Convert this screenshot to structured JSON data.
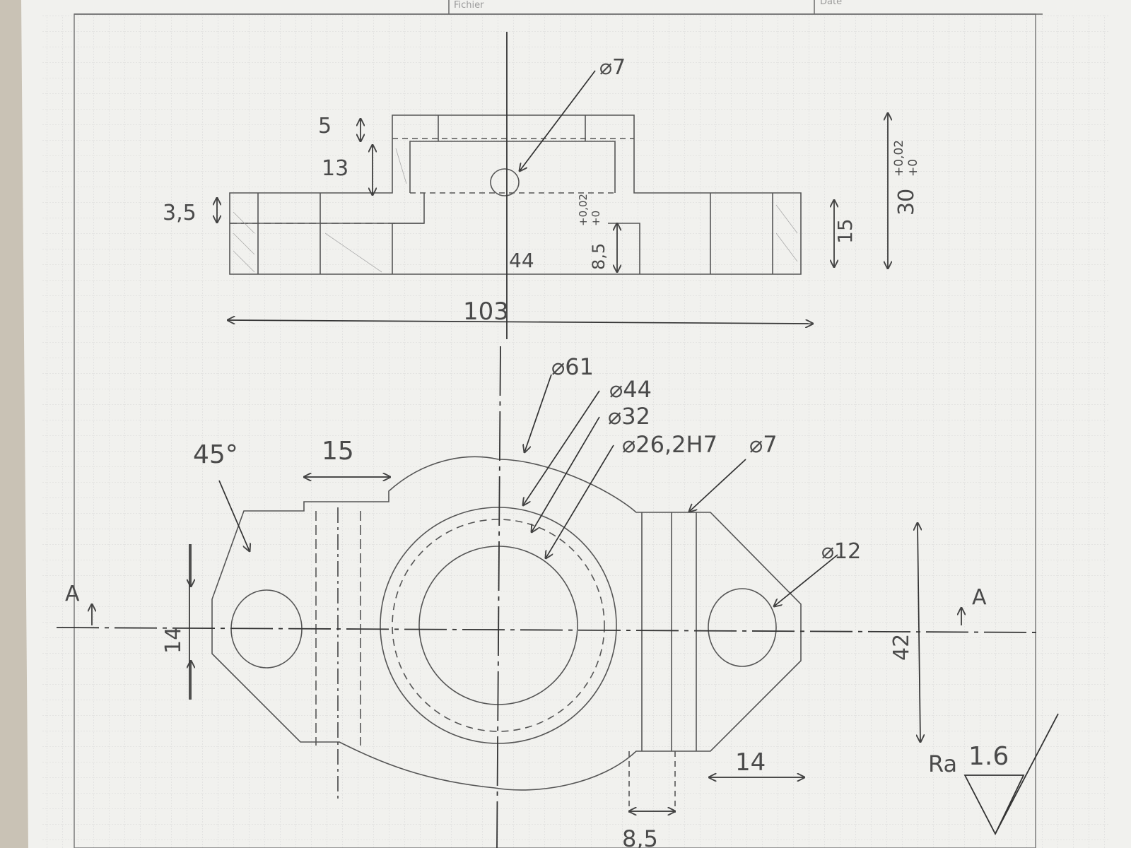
{
  "header": {
    "field_file": "Fichier",
    "field_date": "Date"
  },
  "front_view": {
    "top_height": "5",
    "cavity_height": "13",
    "flange_thickness": "3,5",
    "hole_diameter": "⌀7",
    "bore_depth": "44",
    "slot_depth": "8,5",
    "slot_tol_upper": "+0,02",
    "slot_tol_lower": "+0",
    "flange_height": "15",
    "overall_height": "30",
    "height_tol_upper": "+0,02",
    "height_tol_lower": "+0",
    "overall_length": "103"
  },
  "top_view": {
    "dia_61": "⌀61",
    "dia_44": "⌀44",
    "dia_32": "⌀32",
    "dia_bore": "⌀26,2H7",
    "dia_7": "⌀7",
    "dia_12": "⌀12",
    "chamfer_angle": "45°",
    "width_15": "15",
    "width_14": "14",
    "left_height": "14",
    "overall_width": "42",
    "slot_width": "8,5",
    "section_left": "A",
    "section_right": "A"
  },
  "surface_finish": {
    "label": "Ra",
    "value": "1.6"
  },
  "colors": {
    "paper": "#f1f1ee",
    "grid": "#c7c7c7",
    "pencil": "#4a4a4a",
    "table": "#5a5a5a"
  }
}
